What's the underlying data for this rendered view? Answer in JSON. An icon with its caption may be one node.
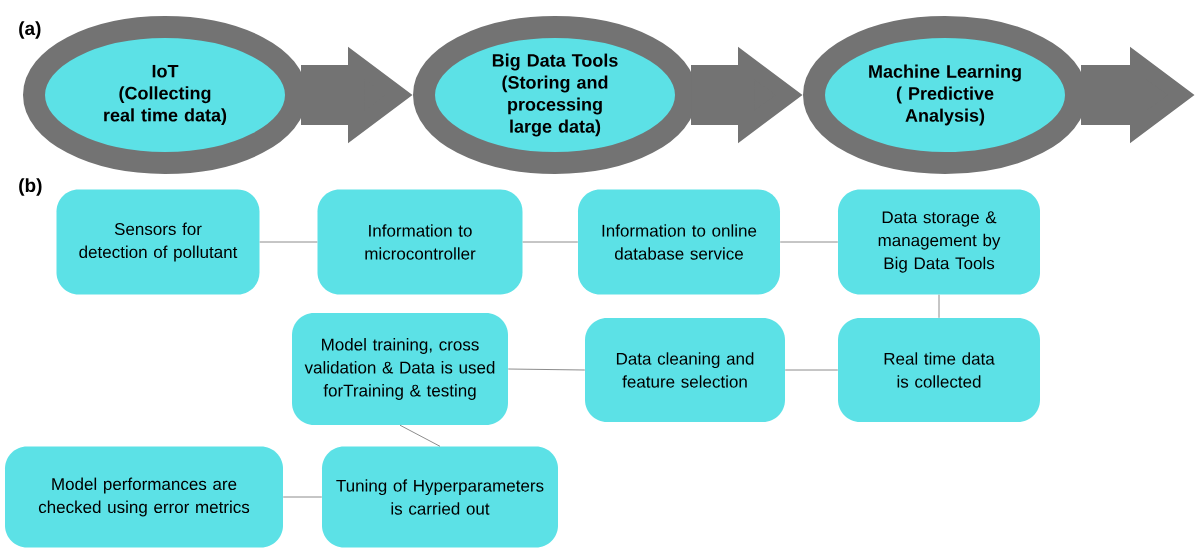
{
  "diagram": {
    "nodes": [
      {
        "text": [
          "IoT",
          "(Collecting real time data)"
        ]
      },
      {
        "text": [
          "Big Data Tools",
          "(Storing and processing large data)"
        ]
      },
      {
        "text": [
          "Machine Learning",
          "( Predictive Analysis)"
        ]
      },
      {
        "text": [
          "Sensors for detection of pollutant"
        ]
      },
      {
        "text": [
          "Information  to microcontroller"
        ]
      },
      {
        "text": [
          "Information to online database service"
        ]
      },
      {
        "text": [
          "Data storage & management by Big Data Tools"
        ]
      },
      {
        "text": [
          "Model training, cross validation & Data is used forTraining & testing"
        ]
      },
      {
        "text": [
          "Data cleaning and feature selection"
        ]
      },
      {
        "text": [
          "Real time data is collected"
        ]
      },
      {
        "text": [
          "Model performances are checked using error metrics"
        ]
      },
      {
        "text": [
          "Tuning of Hyperparameters is carried out"
        ]
      }
    ],
    "edges": [
      {
        "from": 0,
        "to": 1,
        "arrow": "to",
        "style": "thick",
        "color": "#737373"
      },
      {
        "from": 1,
        "to": 2,
        "arrow": "to",
        "style": "thick",
        "color": "#737373"
      },
      {
        "from": 2,
        "to": null,
        "arrow": "to",
        "style": "thick",
        "color": "#737373"
      },
      {
        "from": 3,
        "to": 4,
        "arrow": "none"
      },
      {
        "from": 4,
        "to": 5,
        "arrow": "none"
      },
      {
        "from": 5,
        "to": 6,
        "arrow": "none"
      },
      {
        "from": 6,
        "to": 9,
        "arrow": "none"
      },
      {
        "from": 9,
        "to": 8,
        "arrow": "none"
      },
      {
        "from": 8,
        "to": 7,
        "arrow": "none"
      },
      {
        "from": 7,
        "to": 11,
        "arrow": "none"
      },
      {
        "from": 11,
        "to": 10,
        "arrow": "none"
      }
    ],
    "labels": [
      "(a)",
      "(b)"
    ]
  }
}
